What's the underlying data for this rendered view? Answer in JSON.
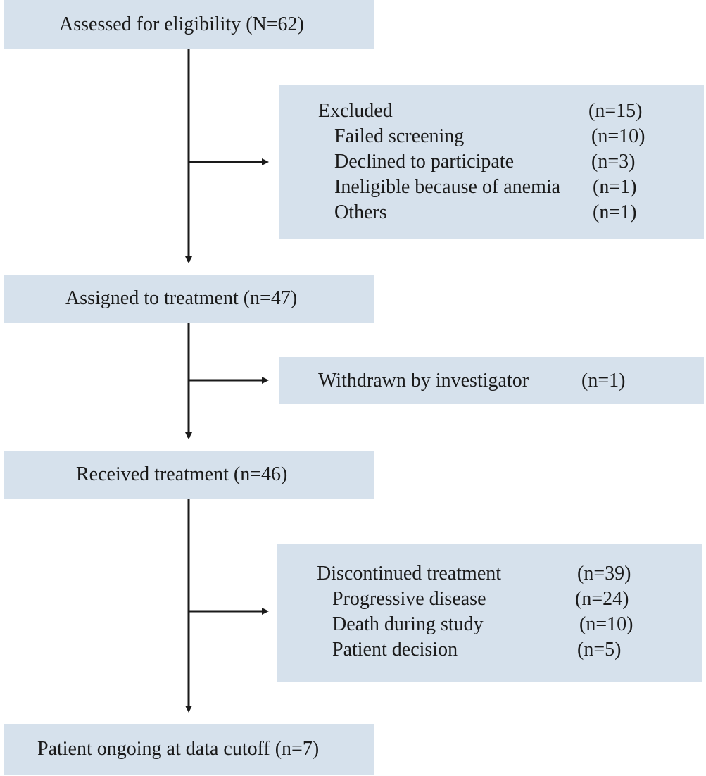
{
  "assessed": {
    "label": "Assessed for eligibility (N=62)"
  },
  "excluded": {
    "header": {
      "label": "Excluded",
      "count": "(n=15)"
    },
    "items": [
      {
        "label": "Failed screening",
        "count": "(n=10)"
      },
      {
        "label": "Declined to participate",
        "count": "(n=3)"
      },
      {
        "label": "Ineligible because of anemia",
        "count": "(n=1)"
      },
      {
        "label": "Others",
        "count": "(n=1)"
      }
    ]
  },
  "assigned": {
    "label": "Assigned to treatment (n=47)"
  },
  "withdrawn": {
    "label": "Withdrawn by investigator",
    "count": "(n=1)"
  },
  "received": {
    "label": "Received treatment (n=46)"
  },
  "discontinued": {
    "header": {
      "label": "Discontinued treatment",
      "count": "(n=39)"
    },
    "items": [
      {
        "label": "Progressive disease",
        "count": "(n=24)"
      },
      {
        "label": "Death during study",
        "count": "(n=10)"
      },
      {
        "label": "Patient decision",
        "count": "(n=5)"
      }
    ]
  },
  "ongoing": {
    "label": "Patient ongoing at data cutoff (n=7)"
  },
  "colors": {
    "box_fill": "#d6e1ec",
    "arrow": "#1a1a1a"
  }
}
